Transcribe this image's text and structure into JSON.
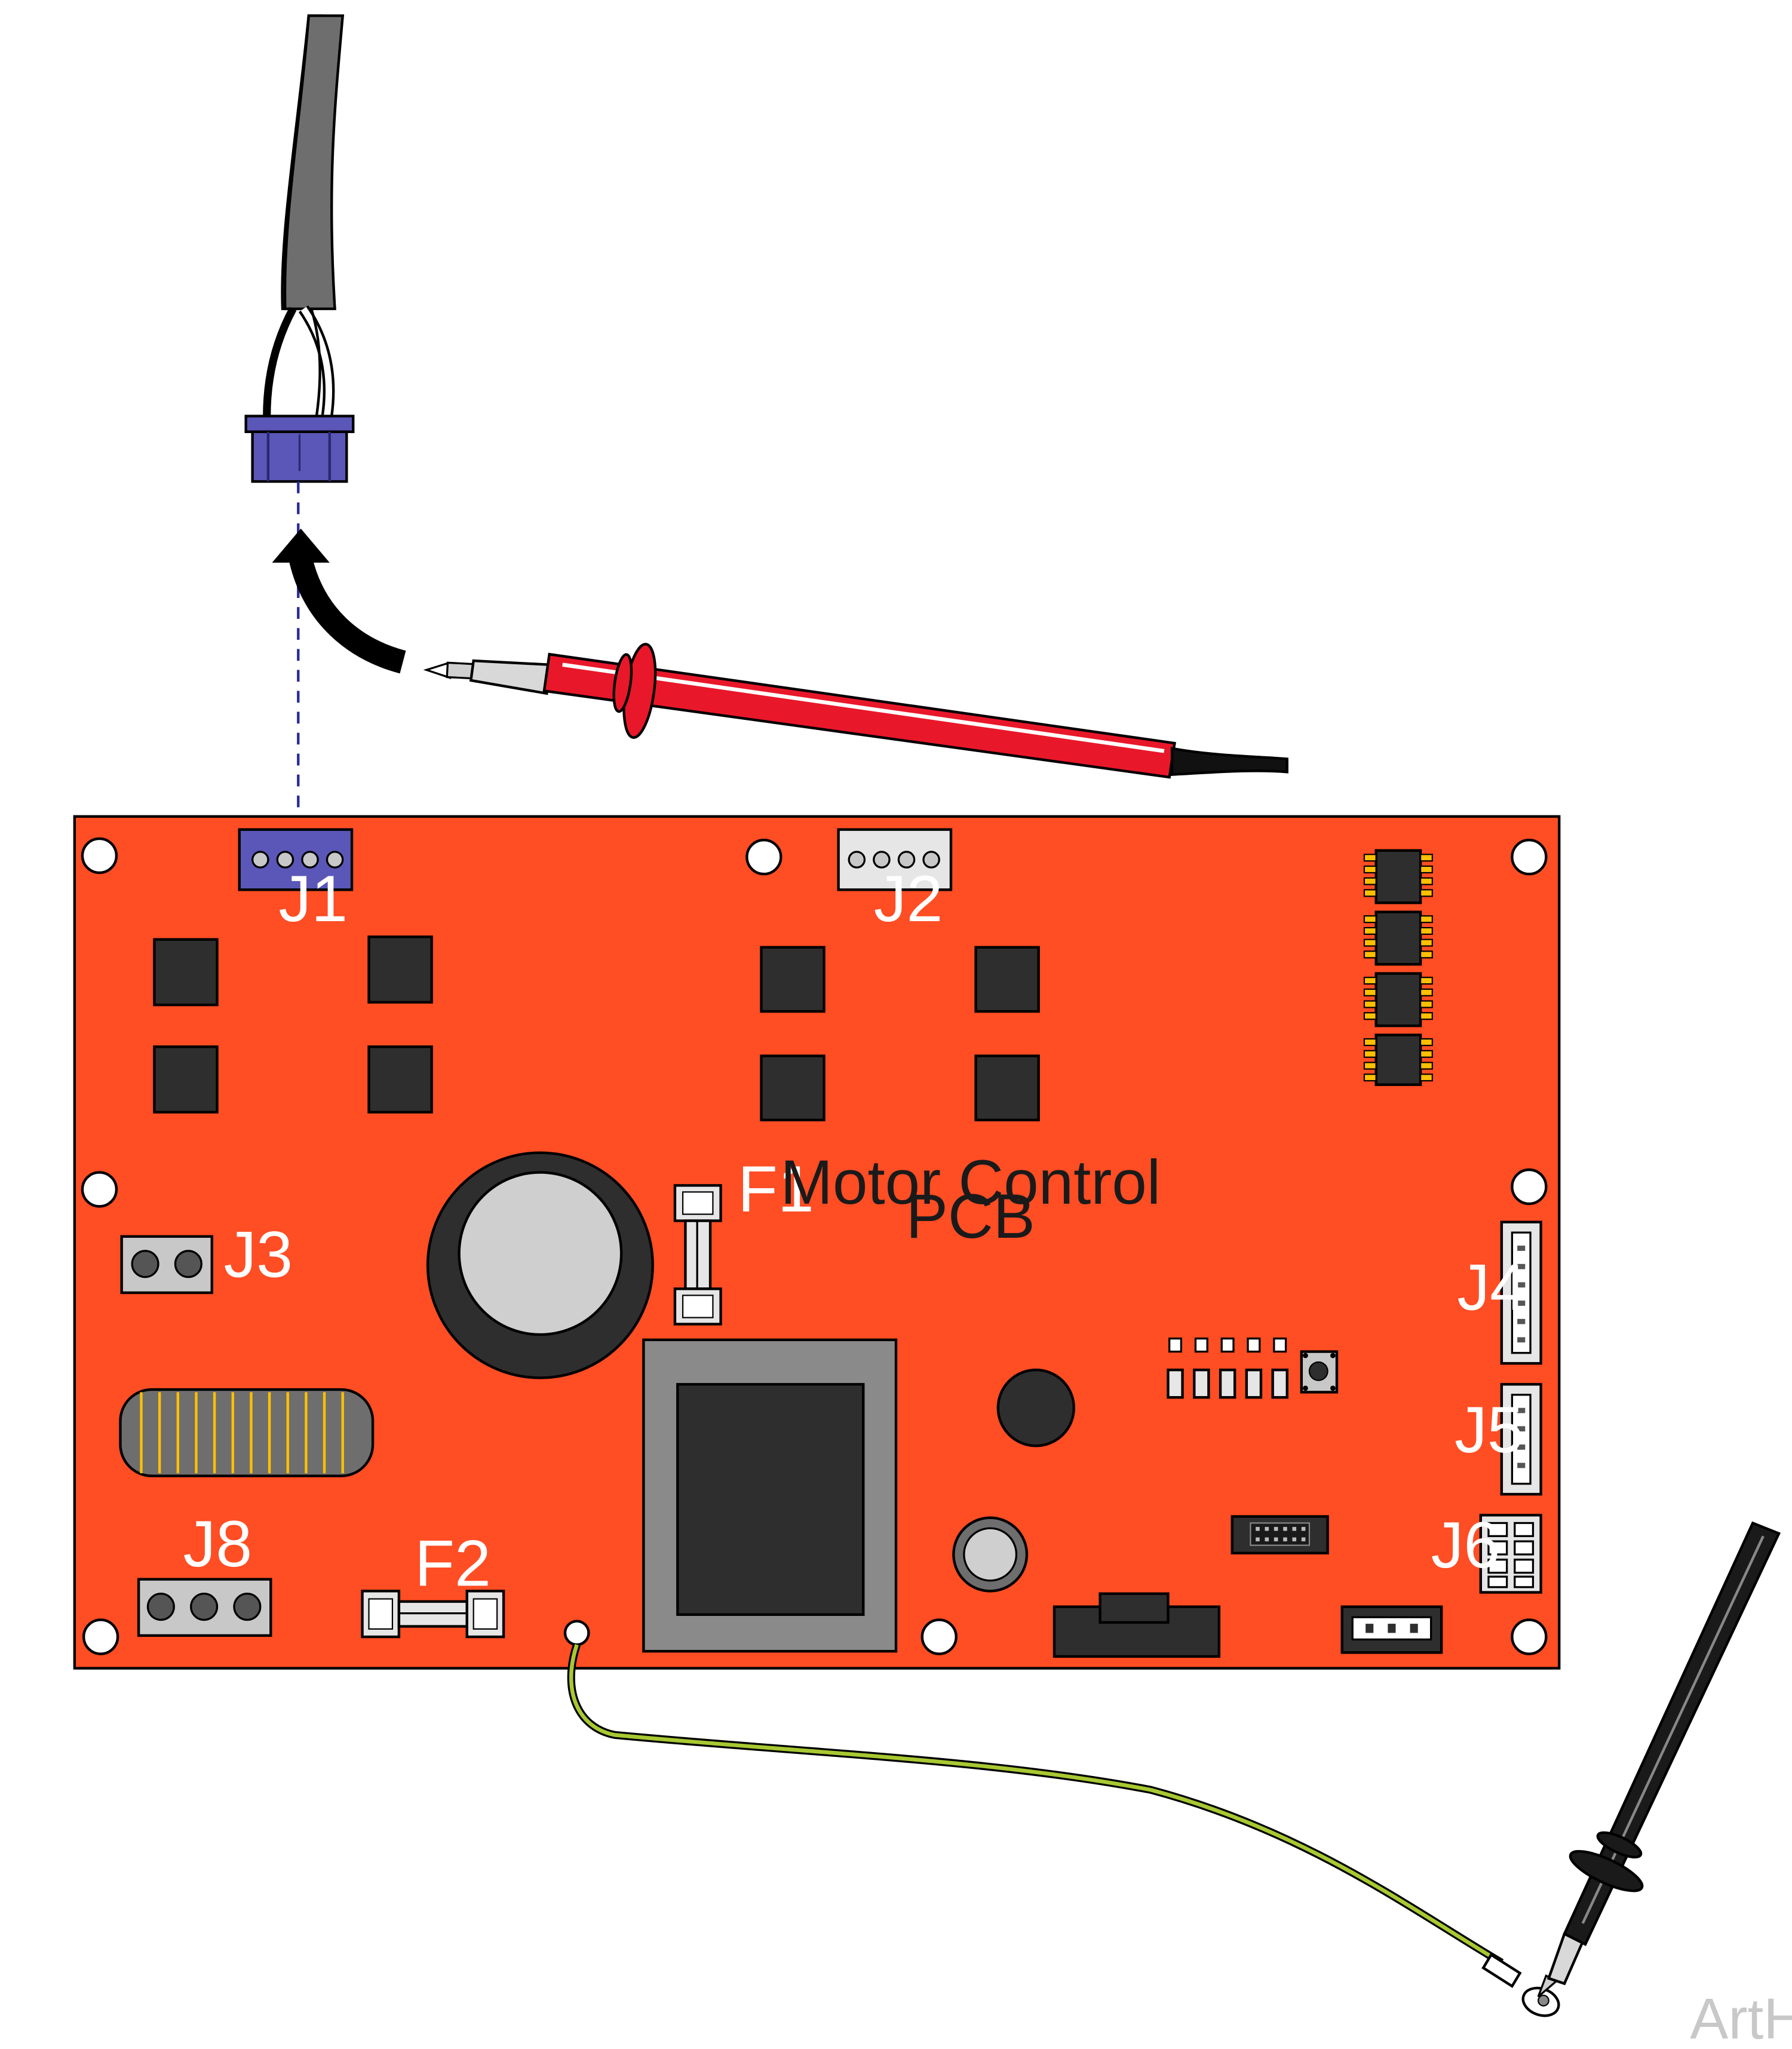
{
  "board": {
    "title_line1": "Motor Control",
    "title_line2": "PCB"
  },
  "labels": {
    "j1": "J1",
    "j2": "J2",
    "j3": "J3",
    "j4": "J4",
    "j5": "J5",
    "j6": "J6",
    "j8": "J8",
    "f1": "F1",
    "f2": "F2"
  },
  "credit": "ArtHalf",
  "colors": {
    "board": "#ff4d24",
    "connector_blue": "#5b57b8",
    "probe_red": "#e8182a",
    "ground_wire": "#a8c832",
    "cable_gray": "#6e6e6e",
    "component_dark": "#2e2e2e"
  }
}
